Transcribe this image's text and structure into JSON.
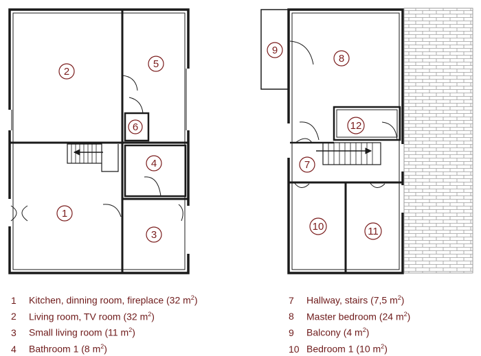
{
  "rooms": [
    {
      "num": "1"
    },
    {
      "num": "2"
    },
    {
      "num": "3"
    },
    {
      "num": "4"
    },
    {
      "num": "5"
    },
    {
      "num": "6"
    },
    {
      "num": "7"
    },
    {
      "num": "8"
    },
    {
      "num": "9"
    },
    {
      "num": "10"
    },
    {
      "num": "11"
    },
    {
      "num": "12"
    }
  ],
  "legend_left": [
    {
      "num": "1",
      "name": "Kitchen, dinning room, fireplace (32 m",
      "sup": "2",
      "close": ")"
    },
    {
      "num": "2",
      "name": "Living room, TV room (32 m",
      "sup": "2",
      "close": ")"
    },
    {
      "num": "3",
      "name": "Small living room (11 m",
      "sup": "2",
      "close": ")"
    },
    {
      "num": "4",
      "name": "Bathroom 1 (8 m",
      "sup": "2",
      "close": ")"
    }
  ],
  "legend_right": [
    {
      "num": "7",
      "name": "Hallway, stairs  (7,5 m",
      "sup": "2",
      "close": ")"
    },
    {
      "num": "8",
      "name": "Master bedroom  (24 m",
      "sup": "2",
      "close": ")"
    },
    {
      "num": "9",
      "name": "Balcony  (4 m",
      "sup": "2",
      "close": ")"
    },
    {
      "num": "10",
      "name": "Bedroom 1 (10 m",
      "sup": "2",
      "close": ")"
    }
  ],
  "colors": {
    "wall": "#1a1a1a",
    "label": "#7a1c1c",
    "legend": "#6e1a1a",
    "roof": "#9a9a9a"
  }
}
